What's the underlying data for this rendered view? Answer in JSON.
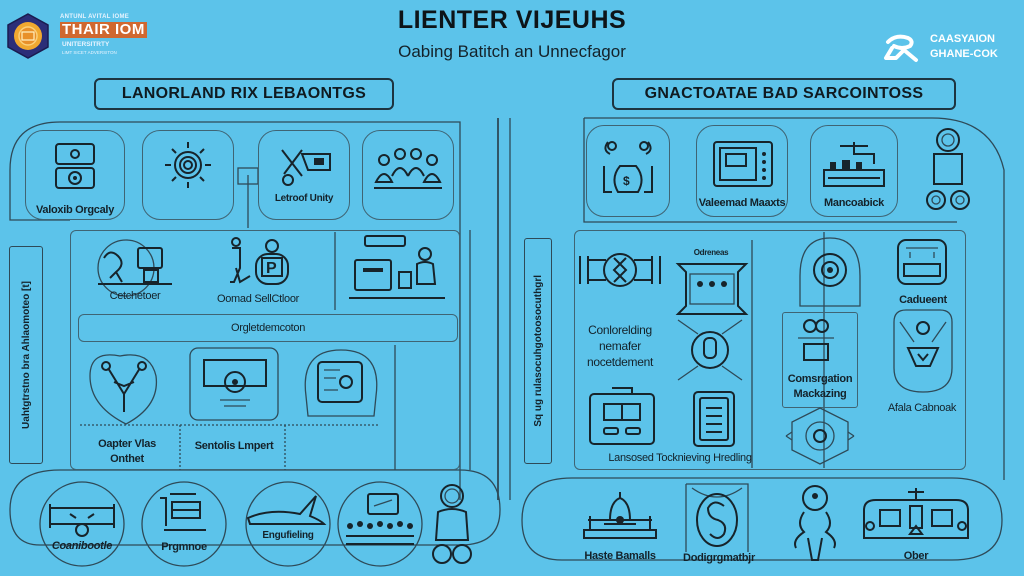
{
  "header": {
    "title": "LIENTER VIJEUHS",
    "subtitle": "Oabing Batitch an Unnecfagor",
    "left_logo": {
      "icon": "hexagon-emblem-icon",
      "line1": "ANTUNL AVITAL IOME",
      "line2": "THAIR IOM",
      "line3": "UNITERSITRTY",
      "line4": "LIMT SICET ADVERSITON"
    },
    "right_logo": {
      "icon": "graduate-cap-icon",
      "line1": "CAASYAION",
      "line2": "GHANE-COK"
    }
  },
  "left_panel": {
    "heading": "LANORLAND RIX LEBAONTGS",
    "side_label": "Uahtgtrstno bra Ahlaomoteo [t]",
    "top_row": [
      {
        "icon": "control-panel-icon",
        "label": "Valoxib Orgcaly"
      },
      {
        "icon": "gear-sun-icon",
        "label": ""
      },
      {
        "icon": "tools-sign-icon",
        "label": "Letroof Unity"
      },
      {
        "icon": "team-group-icon",
        "label": ""
      }
    ],
    "middle_row": [
      {
        "icon": "person-computer-icon",
        "label": "Cetchetoer"
      },
      {
        "icon": "person-robot-icon",
        "label": "Oomad SellCtloor"
      },
      {
        "icon": "workstation-icon",
        "label": ""
      }
    ],
    "bar_label": "Orgletdemcoton",
    "lower_row": [
      {
        "icon": "heart-tree-icon",
        "label": "Oapter Vlas Onthet"
      },
      {
        "icon": "camera-eye-icon",
        "label": "Sentolis Lmpert"
      },
      {
        "icon": "circuit-board-icon",
        "label": ""
      }
    ],
    "bottom_row": [
      {
        "icon": "pipe-valve-icon",
        "label": "Coanibootle"
      },
      {
        "icon": "document-stack-icon",
        "label": "Prgmnoe"
      },
      {
        "icon": "airplane-icon",
        "label": "Engufieling"
      },
      {
        "icon": "crowd-laptop-icon",
        "label": ""
      },
      {
        "icon": "astronaut-icon",
        "label": ""
      }
    ]
  },
  "right_panel": {
    "heading": "GNACTOATAE BAD SARCOINTOSS",
    "side_label": "Sq ug rulasocuhgotoosocuthgrl",
    "top_row": [
      {
        "icon": "money-bag-icon",
        "label": ""
      },
      {
        "icon": "monitor-device-icon",
        "label": "Valeemad Maaxts"
      },
      {
        "icon": "factory-line-icon",
        "label": "Mancoabick"
      },
      {
        "icon": "robot-figure-icon",
        "label": ""
      }
    ],
    "grid_left": [
      {
        "icon": "pipe-link-icon",
        "label": "Conlorelding nemafer nocetdement"
      },
      {
        "icon": "dashboard-screen-icon",
        "label": "Odreneas"
      },
      {
        "icon": "shield-face-icon",
        "label": ""
      },
      {
        "icon": "tablet-window-icon",
        "label": ""
      },
      {
        "icon": "document-lines-icon",
        "label": ""
      }
    ],
    "grid_left_caption": "Lansosed Tocknieving Hredling",
    "grid_right": [
      {
        "icon": "gear-target-icon",
        "label": ""
      },
      {
        "icon": "server-panel-icon",
        "label": "Cadueent"
      },
      {
        "icon": "people-box-icon",
        "label": "Comsrgation Mackazing"
      },
      {
        "icon": "network-hexagon-icon",
        "label": ""
      },
      {
        "icon": "shield-person-icon",
        "label": "Afala Cabnoak"
      }
    ],
    "bottom_row": [
      {
        "icon": "temple-building-icon",
        "label": "Haste Bamalls"
      },
      {
        "icon": "spiral-s-icon",
        "label": "Dodigrgmatbjr"
      },
      {
        "icon": "character-figure-icon",
        "label": ""
      },
      {
        "icon": "train-vehicle-icon",
        "label": "Ober"
      }
    ]
  },
  "colors": {
    "background": "#5cc3ea",
    "line": "#2e4a58",
    "text": "#14222a"
  }
}
